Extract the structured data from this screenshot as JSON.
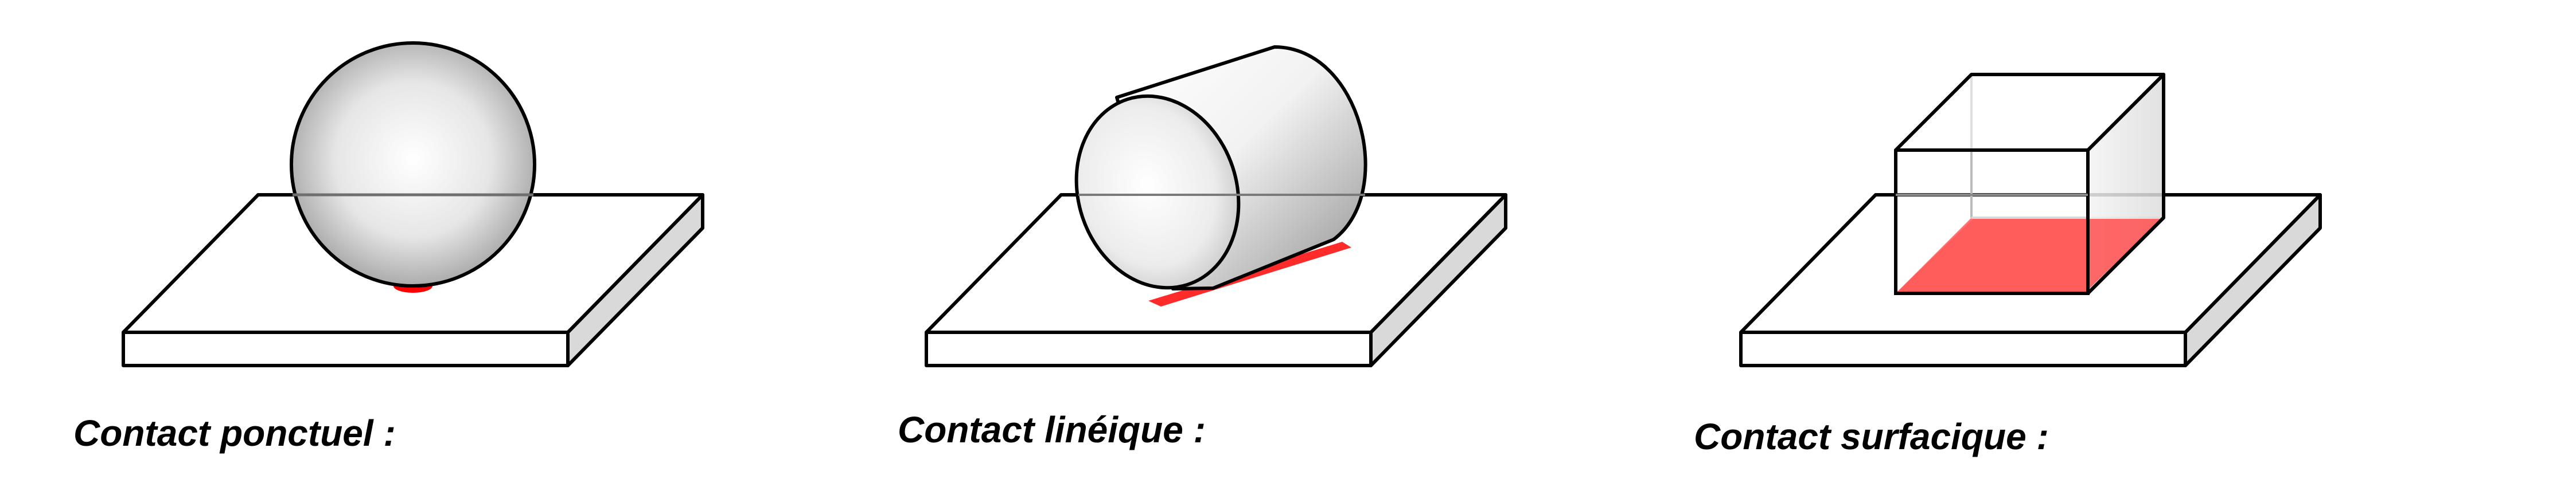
{
  "captions": {
    "point": "Contact ponctuel :",
    "line": "Contact linéique :",
    "surface": "Contact surfacique :"
  },
  "colors": {
    "outline": "#000000",
    "plate_top": "#ffffff",
    "plate_side": "#d9d9d9",
    "contact": "#ff0000",
    "contact_area": "#ff5a5a",
    "shade_light": "#ffffff",
    "shade_dark": "#8c8c8c"
  }
}
